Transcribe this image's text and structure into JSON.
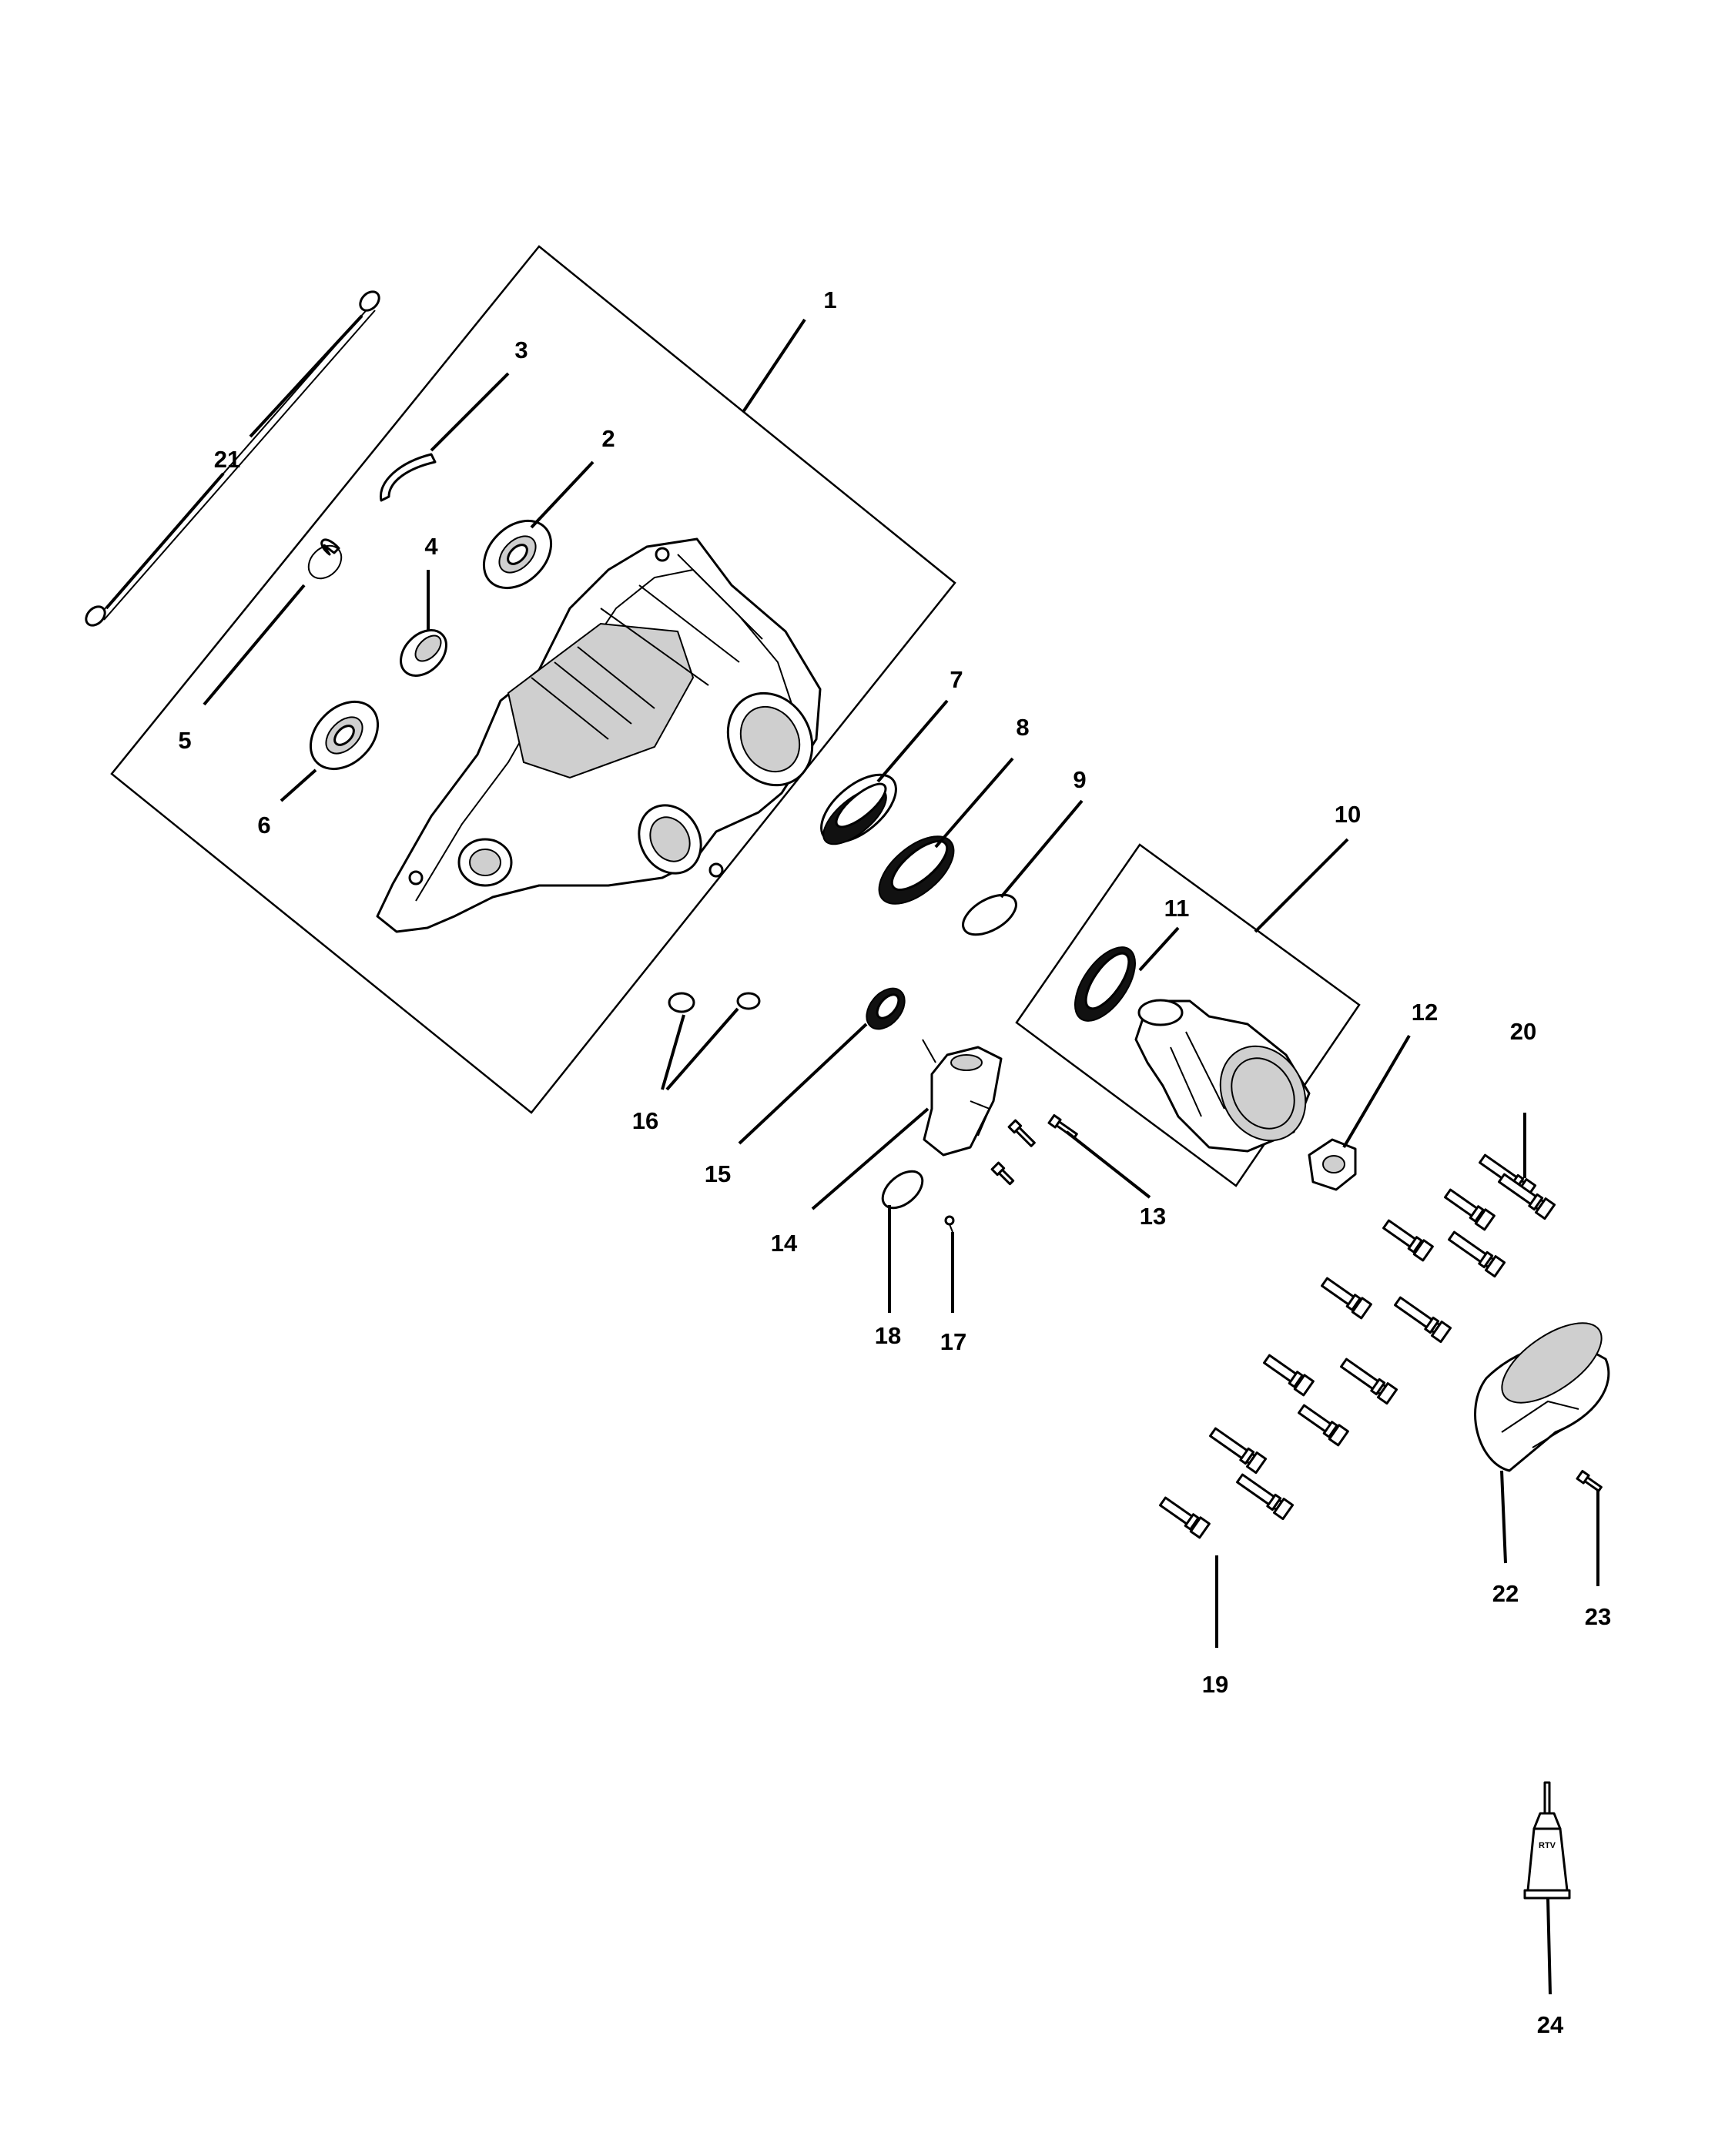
{
  "callouts": [
    {
      "id": "1",
      "text": "1"
    },
    {
      "id": "2",
      "text": "2"
    },
    {
      "id": "3",
      "text": "3"
    },
    {
      "id": "4",
      "text": "4"
    },
    {
      "id": "5",
      "text": "5"
    },
    {
      "id": "6",
      "text": "6"
    },
    {
      "id": "7",
      "text": "7"
    },
    {
      "id": "8",
      "text": "8"
    },
    {
      "id": "9",
      "text": "9"
    },
    {
      "id": "10",
      "text": "10"
    },
    {
      "id": "11",
      "text": "11"
    },
    {
      "id": "12",
      "text": "12"
    },
    {
      "id": "13",
      "text": "13"
    },
    {
      "id": "14",
      "text": "14"
    },
    {
      "id": "15",
      "text": "15"
    },
    {
      "id": "16",
      "text": "16"
    },
    {
      "id": "17",
      "text": "17"
    },
    {
      "id": "18",
      "text": "18"
    },
    {
      "id": "19",
      "text": "19"
    },
    {
      "id": "20",
      "text": "20"
    },
    {
      "id": "21",
      "text": "21"
    },
    {
      "id": "22",
      "text": "22"
    },
    {
      "id": "23",
      "text": "23"
    },
    {
      "id": "24",
      "text": "24"
    }
  ],
  "tube_label": "RTV"
}
